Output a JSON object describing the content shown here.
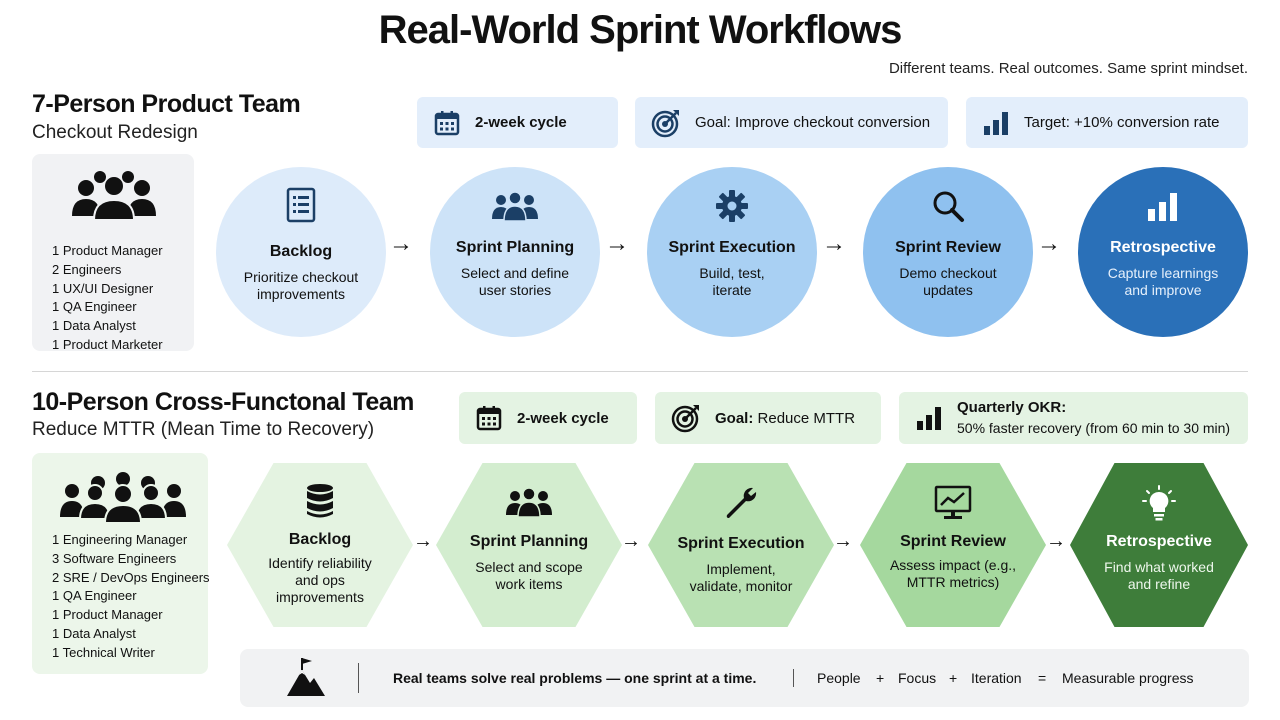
{
  "title": "Real-World Sprint Workflows",
  "subtitle": "Different teams. Real outcomes. Same sprint mindset.",
  "team1": {
    "heading": "7-Person Product Team",
    "subheading": "Checkout Redesign",
    "chips": [
      {
        "icon": "calendar-icon",
        "text": "2-week cycle"
      },
      {
        "icon": "target-icon",
        "text": "Goal: Improve checkout conversion"
      },
      {
        "icon": "bar-chart-icon",
        "text": "Target: +10% conversion rate"
      }
    ],
    "roles": [
      "1 Product Manager",
      "2 Engineers",
      "1 UX/UI Designer",
      "1 QA Engineer",
      "1 Data Analyst",
      "1 Product Marketer"
    ],
    "stages": [
      {
        "name": "Backlog",
        "desc": "Prioritize checkout improvements",
        "icon": "document-icon",
        "color": "#ddebfa"
      },
      {
        "name": "Sprint Planning",
        "desc": "Select and define user stories",
        "icon": "team-icon",
        "color": "#cde3f8"
      },
      {
        "name": "Sprint Execution",
        "desc": "Build, test, iterate",
        "icon": "gear-icon",
        "color": "#a9d0f3"
      },
      {
        "name": "Sprint Review",
        "desc": "Demo checkout updates",
        "icon": "magnifier-icon",
        "color": "#8fc1ef"
      },
      {
        "name": "Retrospective",
        "desc": "Capture learnings and improve",
        "icon": "bar-chart-icon",
        "color": "#2a70b8"
      }
    ]
  },
  "team2": {
    "heading": "10-Person Cross-Functonal Team",
    "subheading": "Reduce MTTR (Mean Time to Recovery)",
    "chips": [
      {
        "icon": "calendar-icon",
        "text": "2-week cycle"
      },
      {
        "icon": "target-icon",
        "label": "Goal:",
        "text": "Reduce MTTR"
      },
      {
        "icon": "bar-chart-icon",
        "label": "Quarterly OKR:",
        "text": "50% faster recovery (from 60 min to 30 min)"
      }
    ],
    "roles": [
      "1 Engineering Manager",
      "3 Software Engineers",
      "2 SRE / DevOps Engineers",
      "1 QA Engineer",
      "1 Product Manager",
      "1 Data Analyst",
      "1 Technical Writer"
    ],
    "stages": [
      {
        "name": "Backlog",
        "desc": "Identify reliability and ops improvements",
        "icon": "database-icon",
        "color": "#e4f3e1"
      },
      {
        "name": "Sprint Planning",
        "desc": "Select and scope work items",
        "icon": "team-icon",
        "color": "#d3edcf"
      },
      {
        "name": "Sprint Execution",
        "desc": "Implement, validate, monitor",
        "icon": "wrench-icon",
        "color": "#b9e1b3"
      },
      {
        "name": "Sprint Review",
        "desc": "Assess impact (e.g., MTTR metrics)",
        "icon": "monitor-chart-icon",
        "color": "#a5d89e"
      },
      {
        "name": "Retrospective",
        "desc": "Find what worked and refine",
        "icon": "lightbulb-icon",
        "color": "#3e7d3a"
      }
    ]
  },
  "footer": {
    "message": "Real teams solve real problems — one sprint at a time.",
    "equation": [
      "People",
      "+",
      "Focus",
      "+",
      "Iteration",
      "=",
      "Measurable progress"
    ]
  }
}
